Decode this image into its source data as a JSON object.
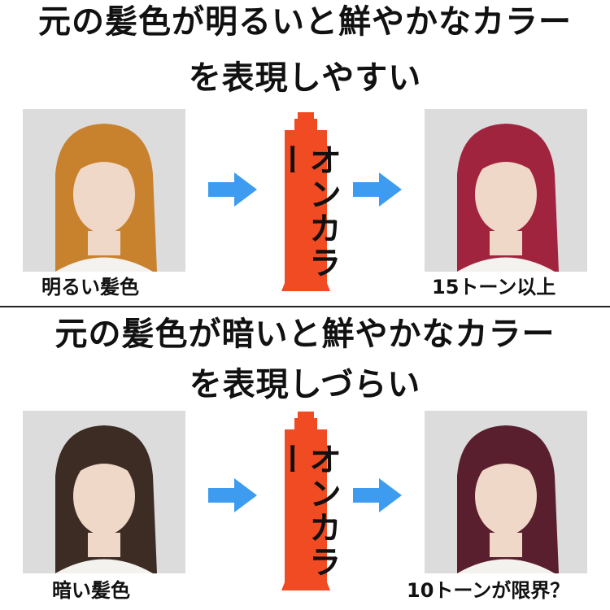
{
  "top": {
    "headline_line1": "元の髪色が明るいと鮮やかなカラー",
    "headline_line2": "を表現しやすい",
    "before_caption": "明るい髪色",
    "after_caption": "15トーン以上",
    "tube_label": "オンカラー",
    "before_hair_color": "#c8822e",
    "after_hair_color": "#a1243f"
  },
  "bottom": {
    "headline_line1": "元の髪色が暗いと鮮やかなカラー",
    "headline_line2": "を表現しづらい",
    "before_caption": "暗い髪色",
    "after_caption": "10トーンが限界？",
    "tube_label": "オンカラー",
    "before_hair_color": "#3d2c24",
    "after_hair_color": "#5a1f2e"
  },
  "colors": {
    "arrow": "#3d9cf0",
    "tube": "#f04b22",
    "photo_bg": "#dcdcdc",
    "skin": "#f0d8c8"
  },
  "icons": [
    "arrow-right-icon",
    "color-tube-icon"
  ]
}
